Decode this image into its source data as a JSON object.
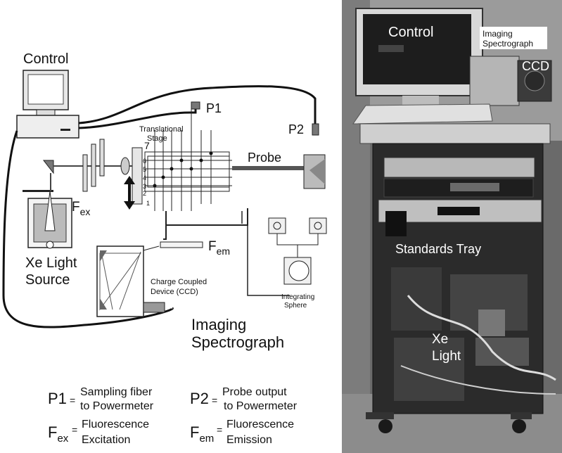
{
  "left": {
    "control": "Control",
    "p1": "P1",
    "p2": "P2",
    "translational_stage_1": "Translational",
    "translational_stage_2": "Stage",
    "probe": "Probe",
    "f_ex_main": "F",
    "f_ex_sub": "ex",
    "f_em_main": "F",
    "f_em_sub": "em",
    "xe_source_1": "Xe Light",
    "xe_source_2": "Source",
    "ccd_1": "Charge Coupled",
    "ccd_2": "Device (CCD)",
    "integrating_1": "Integrating",
    "integrating_2": "Sphere",
    "imaging_1": "Imaging",
    "imaging_2": "Spectrograph",
    "stage_numbers": [
      "7",
      "6",
      "5",
      "4",
      "3",
      "2",
      "1"
    ]
  },
  "legend": {
    "p1_key": "P1",
    "p1_eq": "=",
    "p1_def_1": "Sampling fiber",
    "p1_def_2": "to Powermeter",
    "p2_key": "P2",
    "p2_eq": "=",
    "p2_def_1": "Probe output",
    "p2_def_2": "to Powermeter",
    "fex_main": "F",
    "fex_sub": "ex",
    "fex_eq": "=",
    "fex_def_1": "Fluorescence",
    "fex_def_2": "Excitation",
    "fem_main": "F",
    "fem_sub": "em",
    "fem_eq": "=",
    "fem_def_1": "Fluorescence",
    "fem_def_2": "Emission"
  },
  "photo": {
    "control": "Control",
    "imaging_1": "Imaging",
    "imaging_2": "Spectrograph",
    "ccd": "CCD",
    "standards": "Standards Tray",
    "xe_1": "Xe",
    "xe_2": "Light"
  }
}
